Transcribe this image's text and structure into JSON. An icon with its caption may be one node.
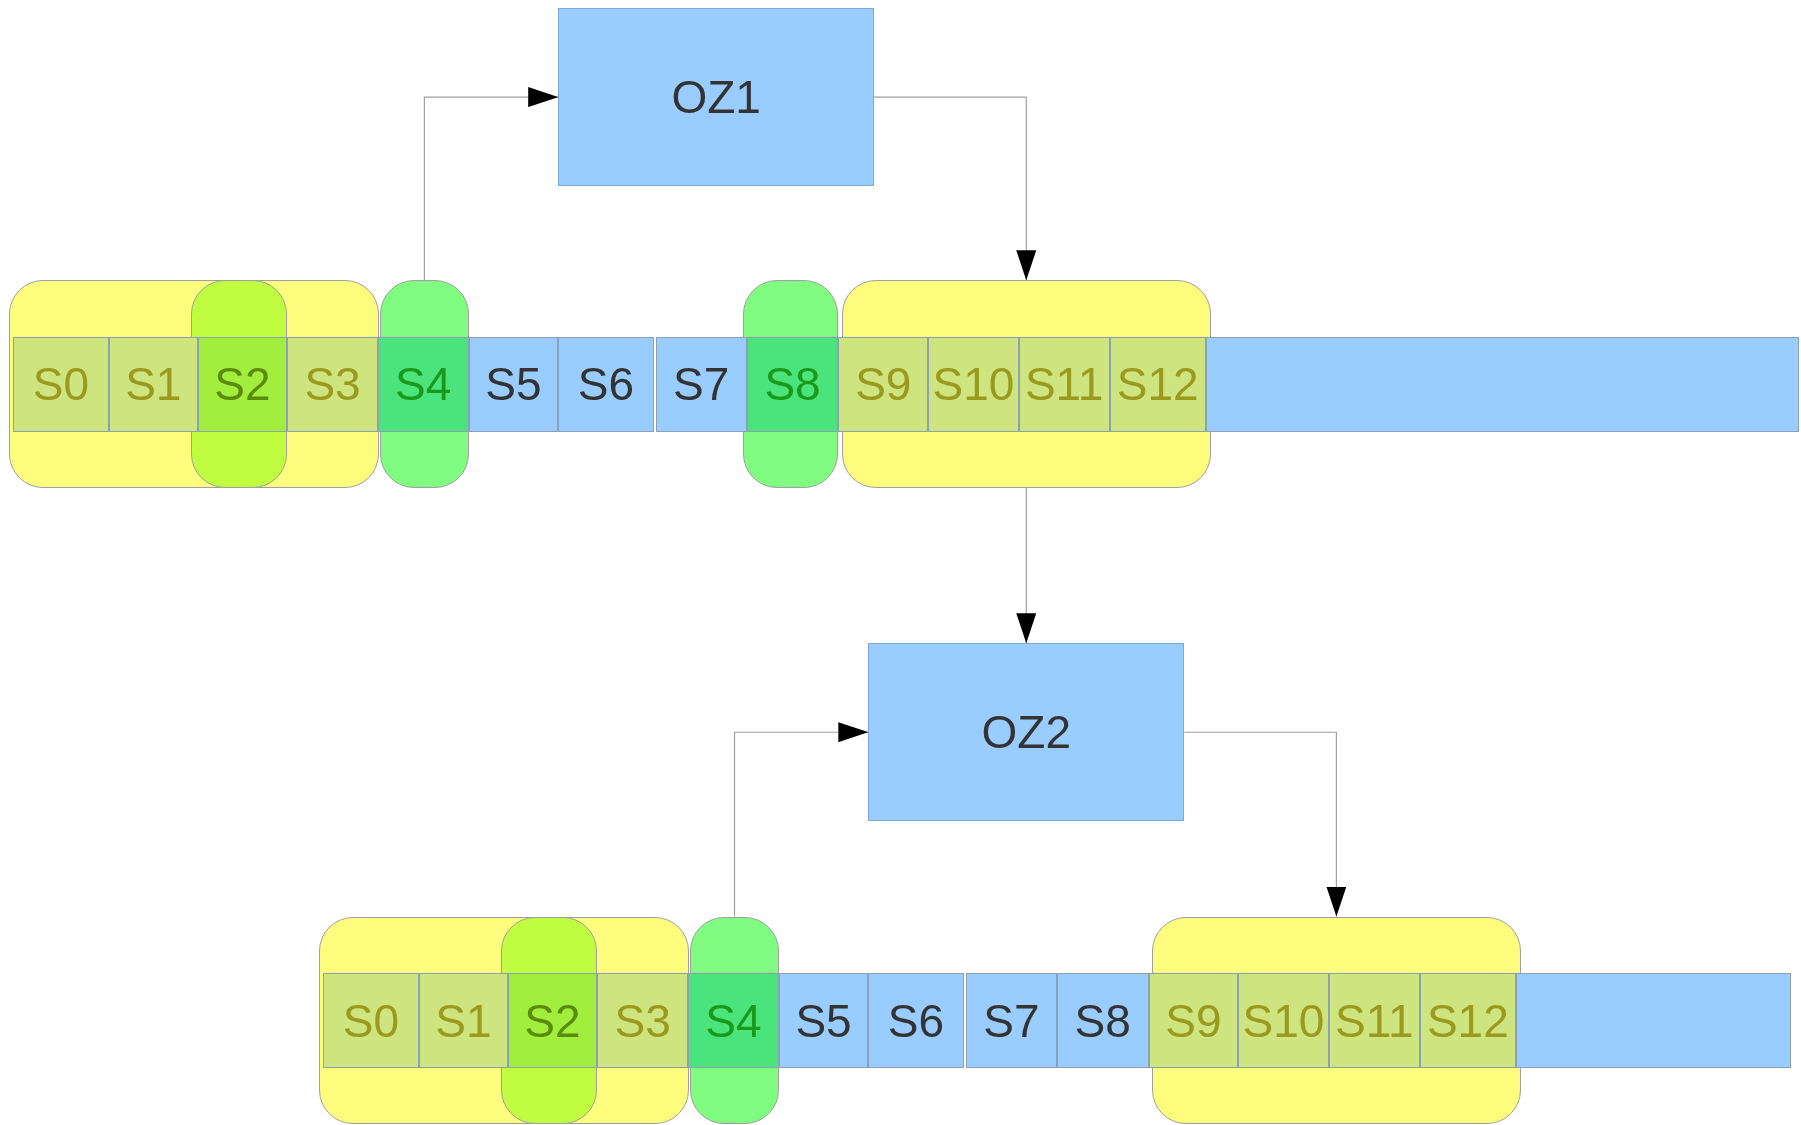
{
  "diagram": {
    "nodes": [
      {
        "text": [
          "OZ1"
        ]
      },
      {
        "text": [],
        "shape": "box"
      },
      {
        "text": [],
        "shape": "box",
        "in": 1
      },
      {
        "text": [],
        "shape": "box"
      },
      {
        "text": [],
        "shape": "box"
      },
      {
        "text": [],
        "shape": "box"
      },
      {
        "text": [
          "S0"
        ],
        "in": 1
      },
      {
        "text": [
          "S1"
        ],
        "in": 1
      },
      {
        "text": [
          "S2"
        ],
        "in": 2
      },
      {
        "text": [
          "S3"
        ],
        "in": 1
      },
      {
        "text": [
          "S4"
        ],
        "in": 3
      },
      {
        "text": [
          "S5"
        ]
      },
      {
        "text": [
          "S6"
        ]
      },
      {
        "text": [
          "S7"
        ]
      },
      {
        "text": [
          "S8"
        ],
        "in": 4
      },
      {
        "text": [
          "S9"
        ],
        "in": 5
      },
      {
        "text": [
          "S10"
        ],
        "in": 5
      },
      {
        "text": [
          "S11"
        ],
        "in": 5
      },
      {
        "text": [
          "S12"
        ],
        "in": 5
      },
      {
        "text": [],
        "shape": "bar"
      },
      {
        "text": [
          "OZ2"
        ]
      },
      {
        "text": [],
        "shape": "box"
      },
      {
        "text": [],
        "shape": "box",
        "in": 21
      },
      {
        "text": [],
        "shape": "box"
      },
      {
        "text": [],
        "shape": "box"
      },
      {
        "text": [
          "S0"
        ],
        "in": 21
      },
      {
        "text": [
          "S1"
        ],
        "in": 21
      },
      {
        "text": [
          "S2"
        ],
        "in": 22
      },
      {
        "text": [
          "S3"
        ],
        "in": 21
      },
      {
        "text": [
          "S4"
        ],
        "in": 23
      },
      {
        "text": [
          "S5"
        ]
      },
      {
        "text": [
          "S6"
        ]
      },
      {
        "text": [
          "S7"
        ]
      },
      {
        "text": [
          "S8"
        ]
      },
      {
        "text": [
          "S9"
        ],
        "in": 24
      },
      {
        "text": [
          "S10"
        ],
        "in": 24
      },
      {
        "text": [
          "S11"
        ],
        "in": 24
      },
      {
        "text": [
          "S12"
        ],
        "in": 24
      },
      {
        "text": [],
        "shape": "bar"
      }
    ],
    "edges": [
      {
        "from": 3,
        "to": 0,
        "arrow": "to"
      },
      {
        "from": 0,
        "to": 5,
        "arrow": "to"
      },
      {
        "from": 5,
        "to": 20,
        "arrow": "to"
      },
      {
        "from": 23,
        "to": 20,
        "arrow": "to"
      },
      {
        "from": 20,
        "to": 24,
        "arrow": "to"
      }
    ]
  }
}
